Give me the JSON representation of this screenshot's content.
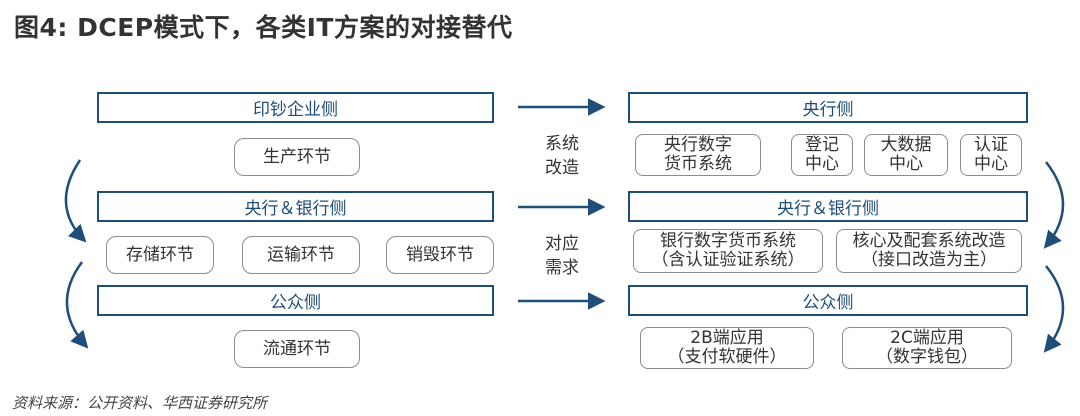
{
  "title": "图4: DCEP模式下，各类IT方案的对接替代",
  "source": "资料来源：公开资料、华西证券研究所",
  "colors": {
    "band_border": "#1f4e79",
    "band_text": "#1f4e79",
    "arrow": "#1f4e79",
    "pill_border": "#8c8c8c"
  },
  "left": {
    "band1": "印钞企业侧",
    "pill_production": "生产环节",
    "band2": "央行＆银行侧",
    "pill_storage": "存储环节",
    "pill_transport": "运输环节",
    "pill_destroy": "销毁环节",
    "band3": "公众侧",
    "pill_circulation": "流通环节"
  },
  "middle": {
    "label1_line1": "系统",
    "label1_line2": "改造",
    "label2_line1": "对应",
    "label2_line2": "需求"
  },
  "right": {
    "band1": "央行侧",
    "pill_dcep_line1": "央行数字",
    "pill_dcep_line2": "货币系统",
    "pill_register_line1": "登记",
    "pill_register_line2": "中心",
    "pill_bigdata_line1": "大数据",
    "pill_bigdata_line2": "中心",
    "pill_auth_line1": "认证",
    "pill_auth_line2": "中心",
    "band2": "央行＆银行侧",
    "pill_bank_line1": "银行数字货币系统",
    "pill_bank_line2": "（含认证验证系统）",
    "pill_core_line1": "核心及配套系统改造",
    "pill_core_line2": "（接口改造为主）",
    "band3": "公众侧",
    "pill_2b_line1": "2B端应用",
    "pill_2b_line2": "（支付软硬件）",
    "pill_2c_line1": "2C端应用",
    "pill_2c_line2": "（数字钱包）"
  }
}
